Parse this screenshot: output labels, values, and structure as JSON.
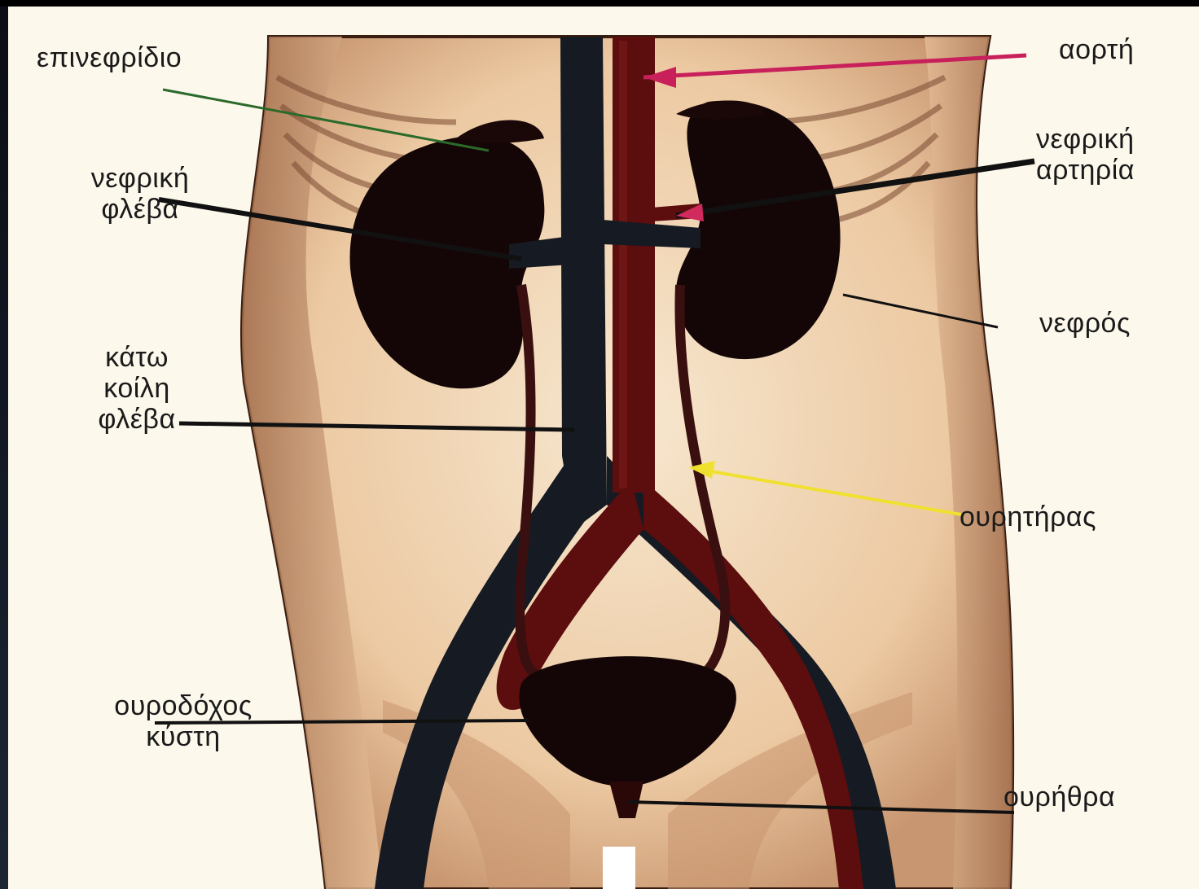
{
  "labels": {
    "adrenal": "επινεφρίδιο",
    "renal_vein": [
      "νεφρική",
      "φλέβα"
    ],
    "vena_cava": [
      "κάτω",
      "κοίλη",
      "φλέβα"
    ],
    "bladder": [
      "ουροδόχος",
      "κύστη"
    ],
    "aorta": "αορτή",
    "renal_artery": [
      "νεφρική",
      "αρτηρία"
    ],
    "kidney": "νεφρός",
    "ureter": "ουρητήρας",
    "urethra": "ουρήθρα"
  },
  "colors": {
    "background": "#000000",
    "paper": "#fdf8ec",
    "skin_light": "#f3dcbc",
    "skin_dark": "#b98766",
    "organ": "#140606",
    "aorta": "#5c0d0d",
    "vein": "#161a22",
    "pointer_aorta": "#c8205a",
    "pointer_artery": "#d02a5e",
    "pointer_ureter": "#f0e030",
    "pointer_adrenal": "#2a6a2a",
    "pointer_default": "#111111"
  }
}
